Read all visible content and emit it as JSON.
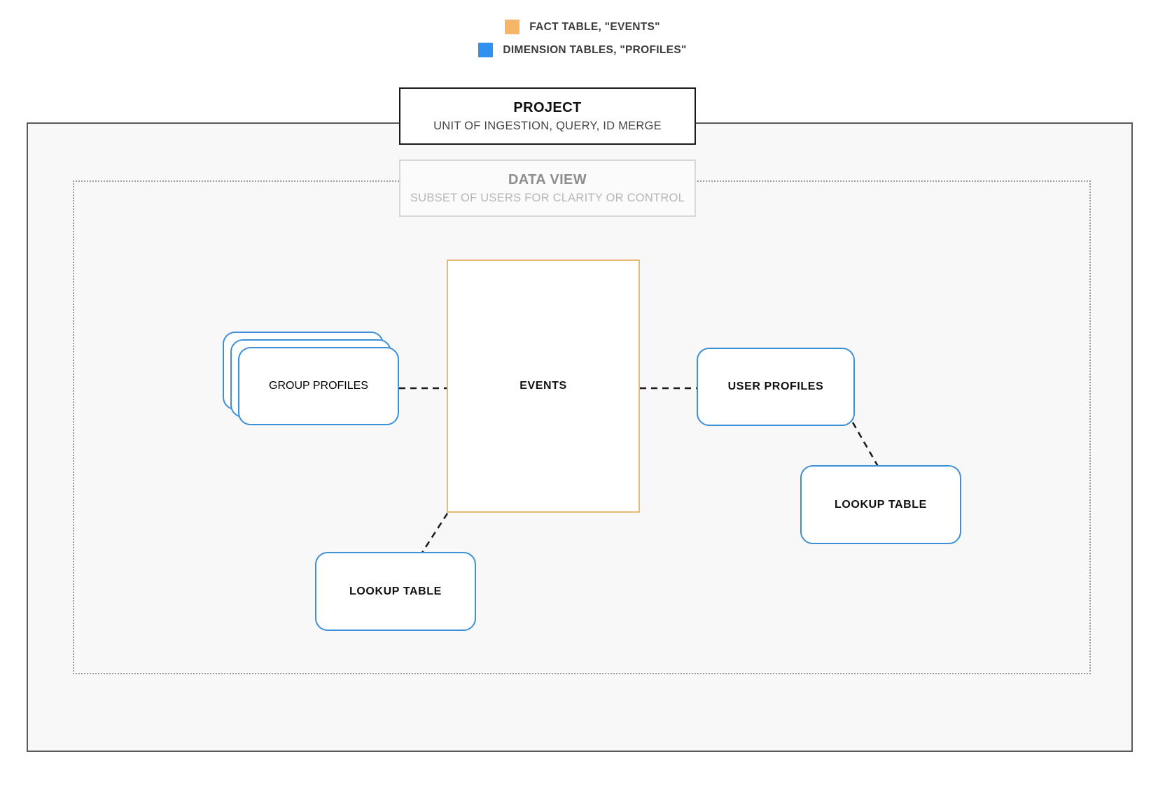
{
  "legend": {
    "items": [
      {
        "label": "FACT TABLE, \"EVENTS\"",
        "color": "#f5b66a",
        "icon": "square-swatch-icon"
      },
      {
        "label": "DIMENSION TABLES, \"PROFILES\"",
        "color": "#3191ee",
        "icon": "square-swatch-icon"
      }
    ]
  },
  "project": {
    "title": "PROJECT",
    "subtitle": "UNIT OF INGESTION, QUERY, ID MERGE",
    "border_color": "#1a1a1a"
  },
  "data_view": {
    "title": "DATA VIEW",
    "subtitle": "SUBSET OF USERS FOR CLARITY OR CONTROL",
    "border_color": "#d8d8d8",
    "text_color": "#8e8e8e"
  },
  "nodes": {
    "events": {
      "label": "EVENTS",
      "color": "#e8b877",
      "kind": "fact-table"
    },
    "group_profiles": {
      "label": "GROUP PROFILES",
      "color": "#3d90d7",
      "kind": "dimension-table-stack",
      "stack_count": 3
    },
    "user_profiles": {
      "label": "USER PROFILES",
      "color": "#3d90d7",
      "kind": "dimension-table"
    },
    "lookup_table_left": {
      "label": "LOOKUP TABLE",
      "color": "#3d90d7",
      "kind": "dimension-table"
    },
    "lookup_table_right": {
      "label": "LOOKUP TABLE",
      "color": "#3d90d7",
      "kind": "dimension-table"
    }
  },
  "connectors": [
    {
      "name": "group-profiles-to-events",
      "from": "group_profiles",
      "to": "events",
      "style": "dashed"
    },
    {
      "name": "events-to-user-profiles",
      "from": "events",
      "to": "user_profiles",
      "style": "dashed"
    },
    {
      "name": "user-profiles-to-lookup-right",
      "from": "user_profiles",
      "to": "lookup_table_right",
      "style": "dashed"
    },
    {
      "name": "events-to-lookup-left",
      "from": "events",
      "to": "lookup_table_left",
      "style": "dashed"
    }
  ],
  "colors": {
    "fact_accent": "#e8b877",
    "dimension_accent": "#3d90d7",
    "legend_fact": "#f5b66a",
    "legend_dimension": "#3191ee",
    "project_frame": "#5a5a5a",
    "dataview_frame": "#9a9a9a",
    "canvas_fill": "#f8f8f8"
  }
}
